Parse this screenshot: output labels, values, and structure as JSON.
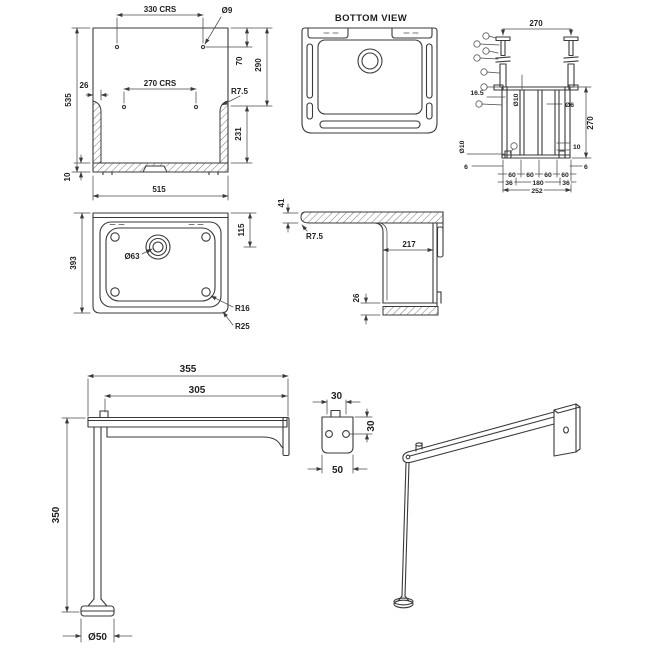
{
  "colors": {
    "line": "#3a3a3a",
    "dim": "#4a4a4a",
    "text": "#1f1f1f",
    "background": "#ffffff"
  },
  "bottom_view": {
    "title": "BOTTOM VIEW"
  },
  "front_view": {
    "crs330": "330 CRS",
    "dia9": "Ø9",
    "height": "535",
    "wall26": "26",
    "crs270": "270 CRS",
    "rim_radius": "R7.5",
    "d70": "70",
    "d290": "290",
    "d231": "231",
    "d10": "10",
    "width": "515"
  },
  "fixing_view": {
    "w270": "270",
    "off165": "16.5",
    "rod_dia": "Ø10",
    "pin_dia": "Ø6",
    "h270": "270",
    "hole_dia": "Ø10",
    "d10": "10",
    "edge6_left": "6",
    "edge6_right": "6",
    "pitch1": "60",
    "pitch2": "60",
    "pitch3": "60",
    "pitch4": "60",
    "m36_left": "36",
    "mid180": "180",
    "m36_right": "36",
    "total252": "252"
  },
  "plan_view": {
    "depth": "393",
    "drain_dia": "Ø63",
    "off115": "115",
    "inner_radius": "R16",
    "outer_radius": "R25"
  },
  "section_view": {
    "t41": "41",
    "radius": "R7.5",
    "w217": "217",
    "b26": "26"
  },
  "leg_view": {
    "w355": "355",
    "w305": "305",
    "h350": "350",
    "foot_dia": "Ø50"
  },
  "plate_view": {
    "top30": "30",
    "side30": "30",
    "bottom50": "50"
  }
}
